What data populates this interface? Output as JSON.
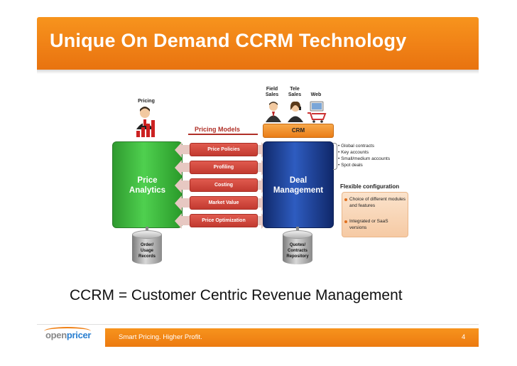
{
  "slide": {
    "title": "Unique On Demand CCRM Technology",
    "caption": "CCRM = Customer Centric Revenue Management",
    "footer_tagline": "Smart Pricing. Higher Profit.",
    "page_number": "4",
    "logo": {
      "part1": "open",
      "part2": "pricer"
    }
  },
  "diagram": {
    "pricing_label": "Pricing",
    "price_analytics": [
      "Price",
      "Analytics"
    ],
    "deal_management": [
      "Deal",
      "Management"
    ],
    "pricing_models_title": "Pricing Models",
    "pricing_models": [
      "Price Policies",
      "Profiling",
      "Costing",
      "Market Value",
      "Price Optimization"
    ],
    "crm_label": "CRM",
    "channels": [
      "Field\nSales",
      "Tele\nSales",
      "Web"
    ],
    "left_db": [
      "Order/",
      "Usage",
      "Records"
    ],
    "right_db": [
      "Quotes/",
      "Contracts",
      "Repository"
    ],
    "deal_bullets": [
      "• Global contracts",
      "• Key accounts",
      "• Small/medium accounts",
      "• Spot deals"
    ],
    "flex_title": "Flexible configuration",
    "flex_items": [
      "Choice of different modules and features",
      "Integrated or SaaS versions"
    ]
  },
  "colors": {
    "accent": "#f08116",
    "green": "#3cb93c",
    "blue": "#1a3c8f",
    "red": "#d2483e"
  }
}
